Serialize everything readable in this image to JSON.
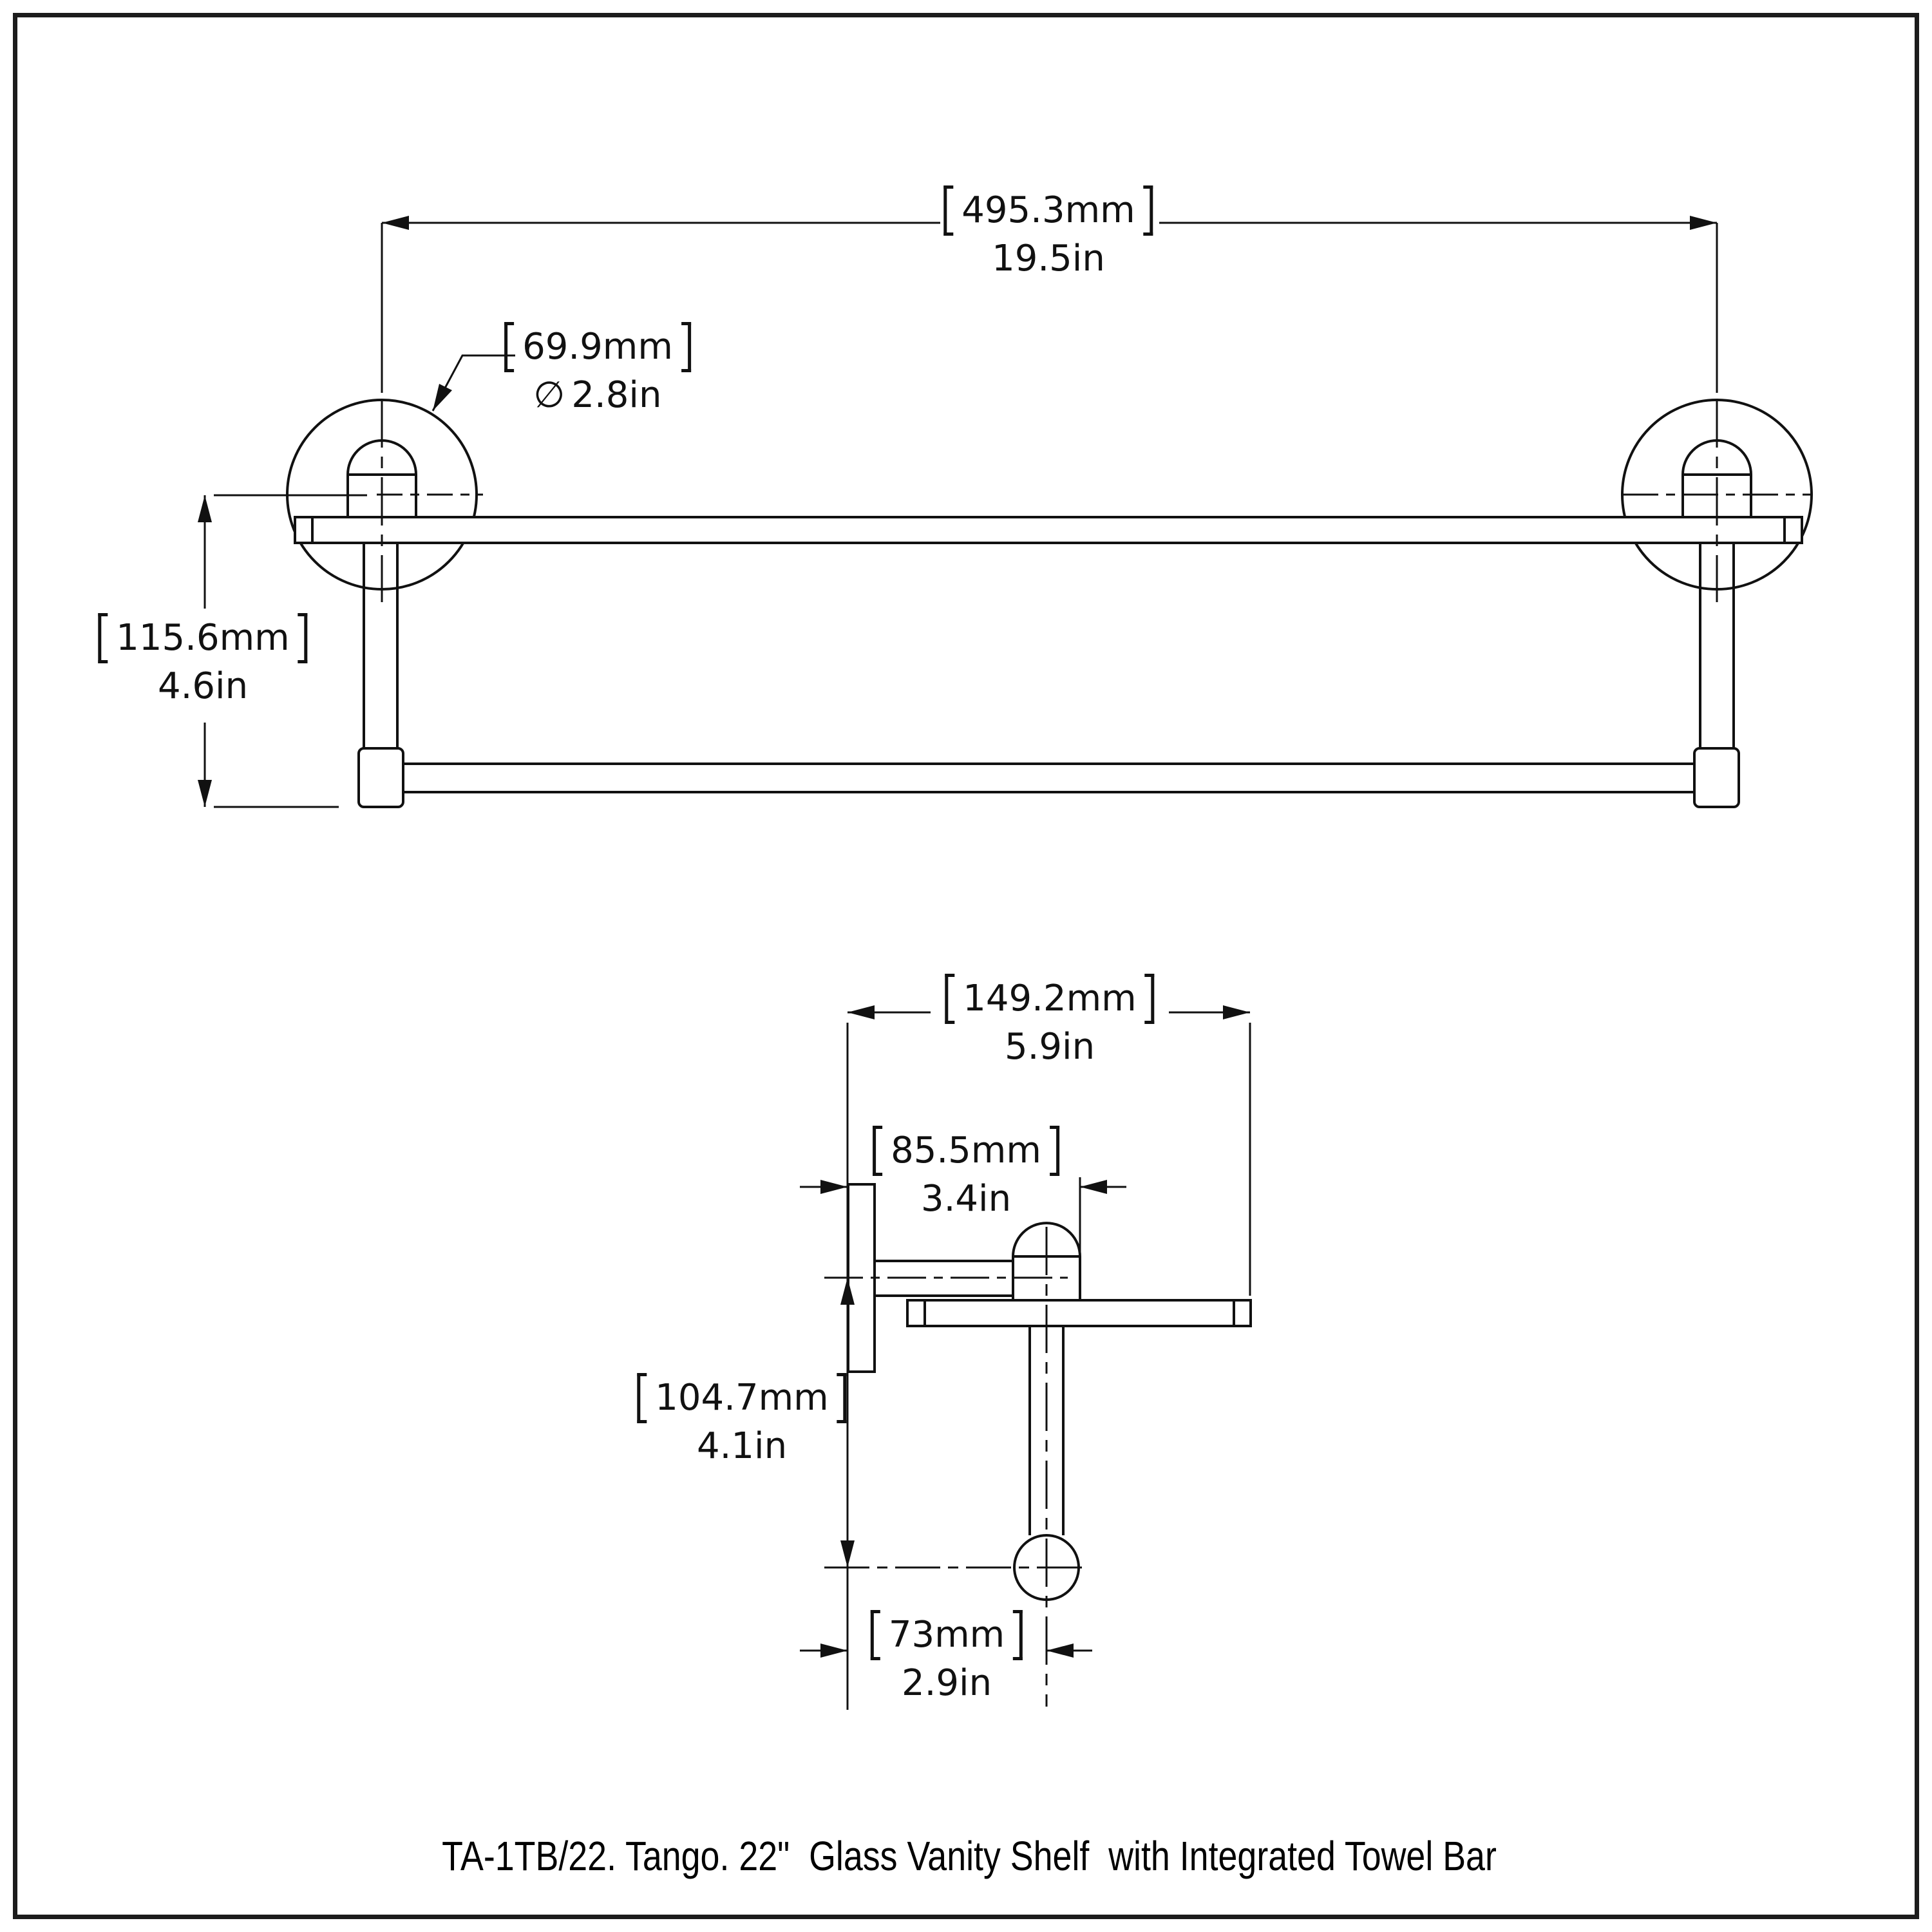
{
  "caption": "TA-1TB/22. Tango. 22\"  Glass Vanity Shelf  with Integrated Towel Bar",
  "front": {
    "width": {
      "mm": "495.3mm",
      "in": "19.5in"
    },
    "flange": {
      "symbol": "∅",
      "mm": "69.9mm",
      "in": "2.8in"
    },
    "drop": {
      "mm": "115.6mm",
      "in": "4.6in"
    }
  },
  "side": {
    "depth": {
      "mm": "149.2mm",
      "in": "5.9in"
    },
    "projection": {
      "mm": "85.5mm",
      "in": "3.4in"
    },
    "drop": {
      "mm": "104.7mm",
      "in": "4.1in"
    },
    "offset": {
      "mm": "73mm",
      "in": "2.9in"
    }
  }
}
